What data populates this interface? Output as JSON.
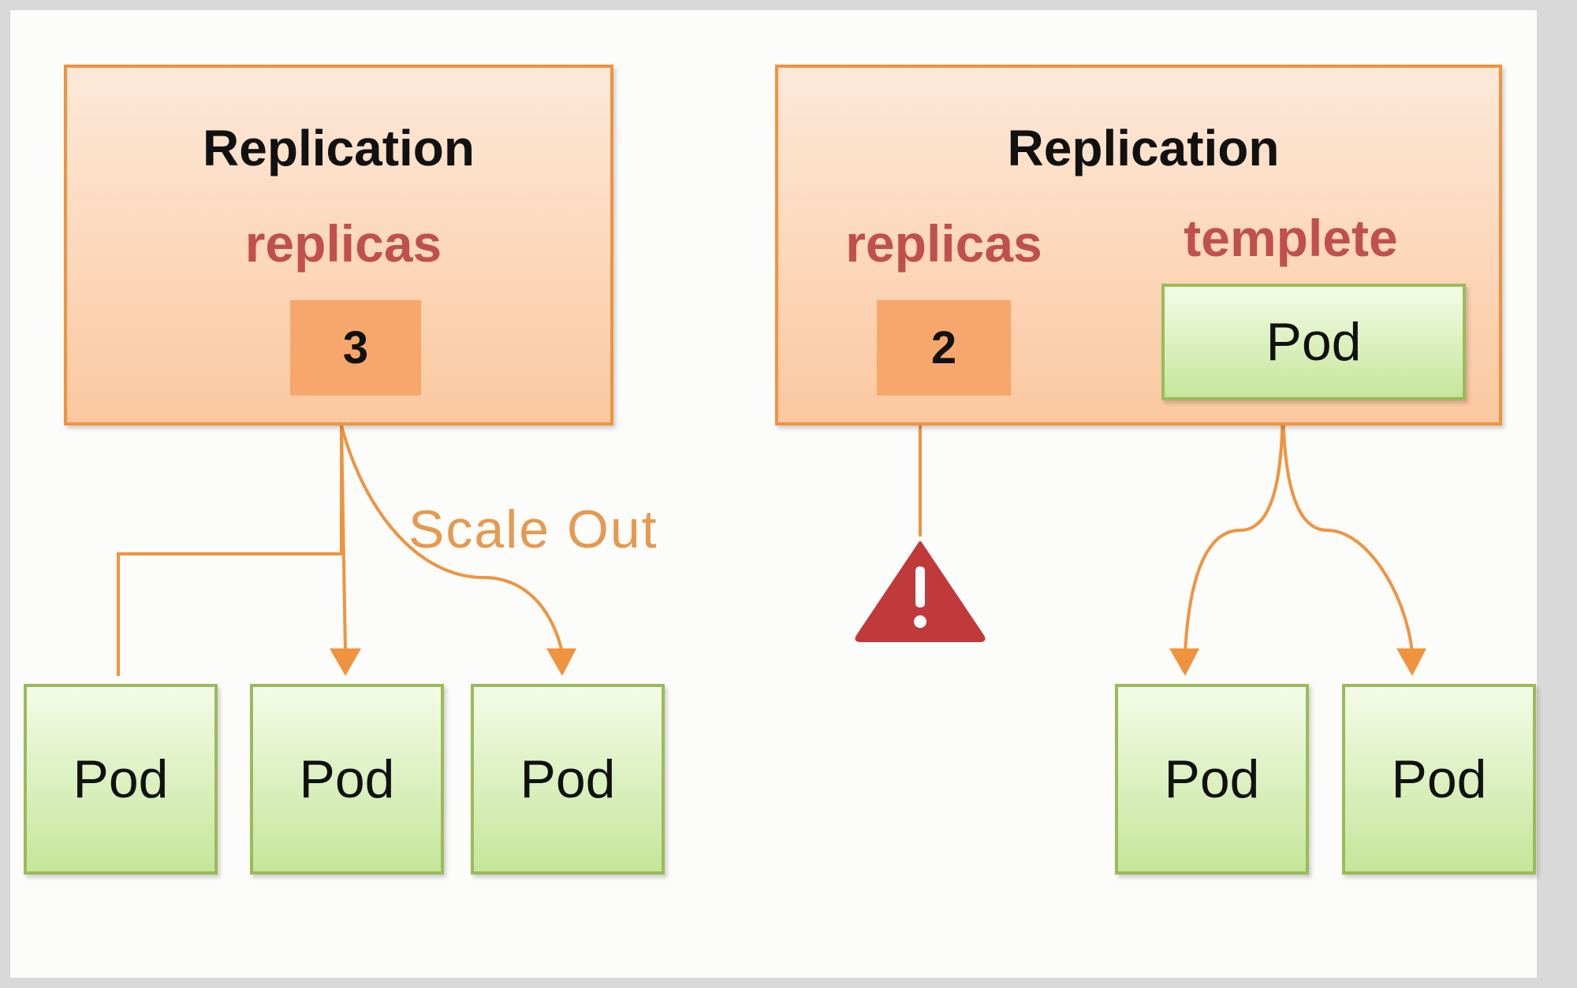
{
  "left_controller": {
    "title": "Replication",
    "replicas_label": "replicas",
    "replicas_value": "3"
  },
  "right_controller": {
    "title": "Replication",
    "replicas_label": "replicas",
    "replicas_value": "2",
    "template_label": "templete",
    "template_pod": "Pod"
  },
  "scale_label": "Scale Out",
  "left_pods": [
    "Pod",
    "Pod",
    "Pod"
  ],
  "right_pods": [
    "Pod",
    "Pod"
  ],
  "colors": {
    "arrow": "#f0933f",
    "warning": "#c0393b",
    "label": "#c0504d"
  },
  "icons": {
    "warning": "warning-triangle-icon"
  }
}
